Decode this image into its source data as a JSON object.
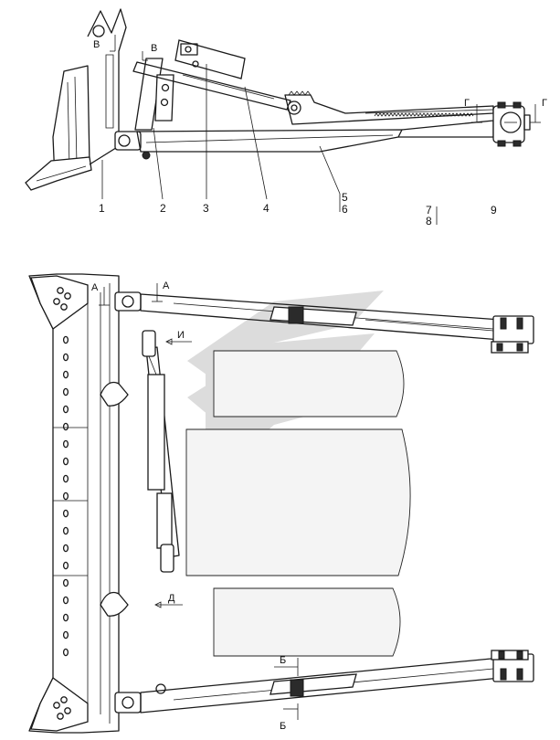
{
  "colors": {
    "line": "#1a1a1a",
    "watermark": "#dcdcdc",
    "background": "#ffffff"
  },
  "callouts": {
    "c1": "1",
    "c2": "2",
    "c3": "3",
    "c4": "4",
    "c56_top": "5",
    "c56_bottom": "6",
    "c78_top": "7",
    "c78_bottom": "8",
    "c9": "9"
  },
  "sections": {
    "v_left": "В",
    "v_right": "В",
    "g_left": "Г",
    "g_right": "Г",
    "a_left": "А",
    "a_right": "А",
    "i_arrow": "И",
    "d_arrow": "Д",
    "b_top": "Б",
    "b_bottom": "Б"
  },
  "watermark": {
    "icon": "logo-chevron-icon"
  }
}
